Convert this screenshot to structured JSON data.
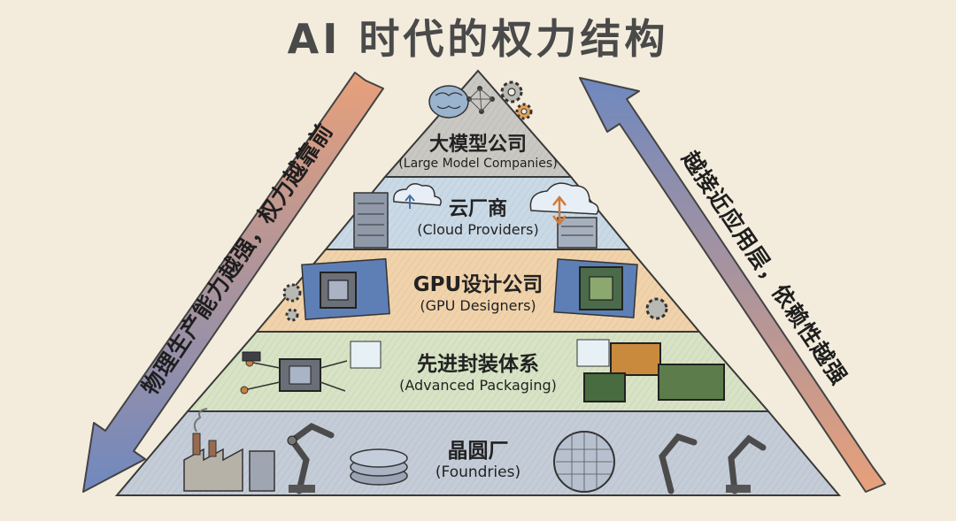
{
  "title": "AI 时代的权力结构",
  "tiers": [
    {
      "zh": "大模型公司",
      "en": "(Large Model Companies)",
      "color": "#c9c8c2"
    },
    {
      "zh": "云厂商",
      "en": "(Cloud Providers)",
      "color": "#c9d9e6"
    },
    {
      "zh": "GPU设计公司",
      "en": "(GPU Designers)",
      "color": "#f1d3ab"
    },
    {
      "zh": "先进封装体系",
      "en": "(Advanced Packaging)",
      "color": "#d7e3c4"
    },
    {
      "zh": "晶圆厂",
      "en": "(Foundries)",
      "color": "#c4ccd8"
    }
  ],
  "left_arrow_text": "物理生产能力越强，权力越靠前",
  "right_arrow_text": "越接近应用层，依赖性越强",
  "colors": {
    "background": "#f3ecdc",
    "left_arrow_top": "#e8a07a",
    "left_arrow_bottom": "#6f88bf",
    "right_arrow_top": "#6f88bf",
    "right_arrow_bottom": "#e8a07a",
    "outline": "#3a3a3a"
  },
  "icons": [
    "brain-network-icon",
    "gear-icon",
    "cloud-upload-icon",
    "server-rack-icon",
    "blueprint-chip-icon",
    "circuit-chip-icon",
    "circuit-board-icon",
    "factory-icon",
    "robot-arm-icon",
    "wafer-icon"
  ]
}
